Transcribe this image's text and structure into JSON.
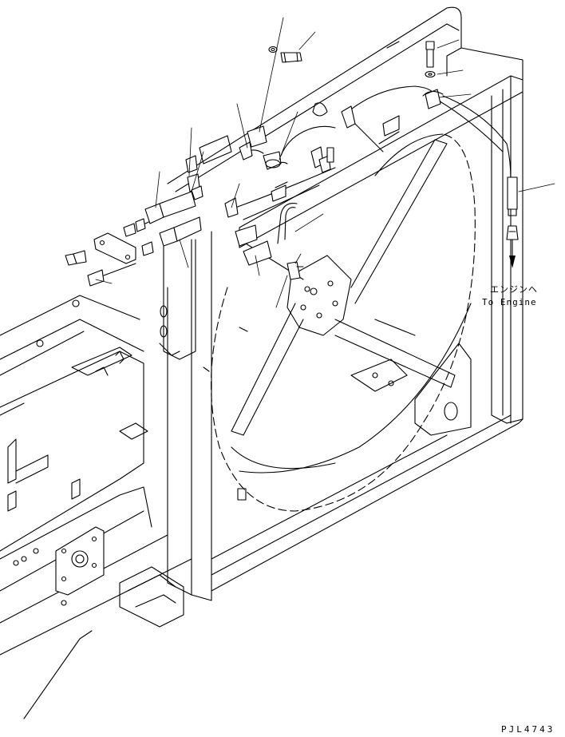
{
  "annotations": {
    "engine_label_jp": "エンジンへ",
    "engine_label_en": "To Engine"
  },
  "drawing_code": "PJL4743"
}
